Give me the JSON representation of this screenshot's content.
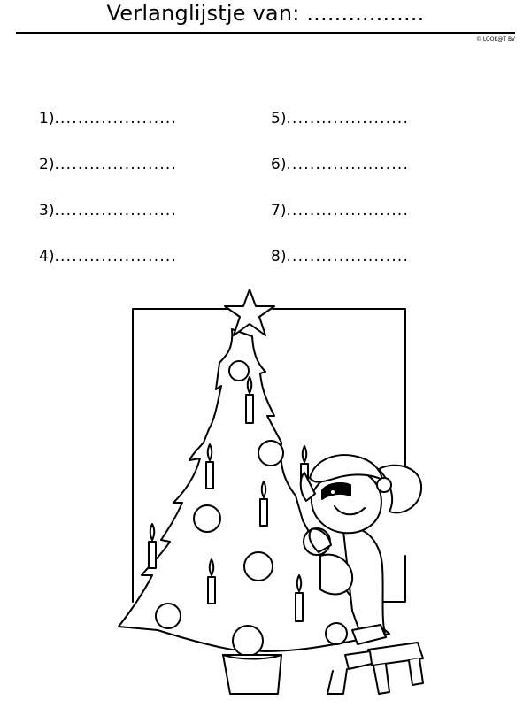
{
  "header": {
    "title": "Verlanglijstje van: .................",
    "copyright": "© LOOK@T BV"
  },
  "wishlist": {
    "items": [
      {
        "label": "1)",
        "dots": "....................."
      },
      {
        "label": "2)",
        "dots": "....................."
      },
      {
        "label": "3)",
        "dots": "....................."
      },
      {
        "label": "4)",
        "dots": "....................."
      },
      {
        "label": "5)",
        "dots": "....................."
      },
      {
        "label": "6)",
        "dots": "....................."
      },
      {
        "label": "7)",
        "dots": "....................."
      },
      {
        "label": "8)",
        "dots": "....................."
      }
    ]
  },
  "illustration": {
    "icon": "christmas-tree-girl-illustration"
  }
}
